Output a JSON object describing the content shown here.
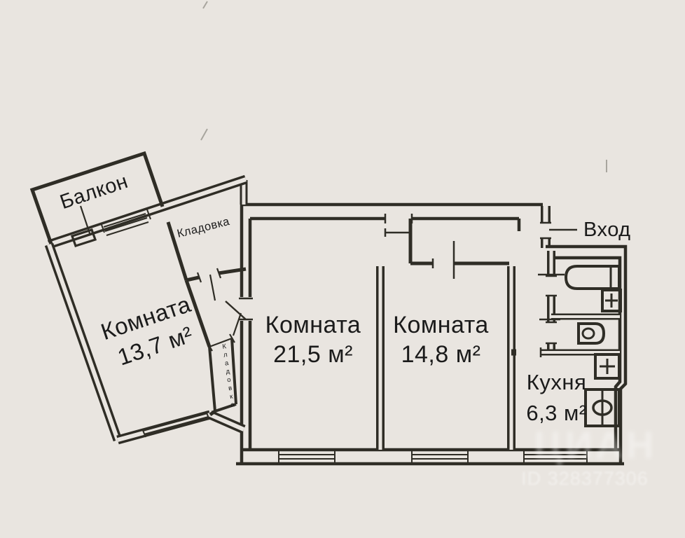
{
  "meta": {
    "document_type": "apartment-floor-plan",
    "language": "ru"
  },
  "colors": {
    "paper": "#e9e5e0",
    "ink": "#1f1f1f",
    "watermark": "#ffffff"
  },
  "rooms": {
    "balcony": {
      "label": "Балкон"
    },
    "storage_top": {
      "label": "Кладовка"
    },
    "storage_narrow": {
      "label": "Кладовка"
    },
    "room_13_7": {
      "name": "Комната",
      "area": "13,7 м²"
    },
    "room_21_5": {
      "name": "Комната",
      "area": "21,5 м²"
    },
    "room_14_8": {
      "name": "Комната",
      "area": "14,8 м²"
    },
    "kitchen": {
      "name": "Кухня",
      "area": "6,3 м²"
    },
    "entrance": {
      "label": "Вход"
    }
  },
  "fixtures": [
    "bathtub",
    "bath-sink",
    "toilet",
    "kitchen-sink",
    "stove"
  ],
  "watermark": {
    "logo": "ЦИАН",
    "id": "ID 328377306"
  }
}
